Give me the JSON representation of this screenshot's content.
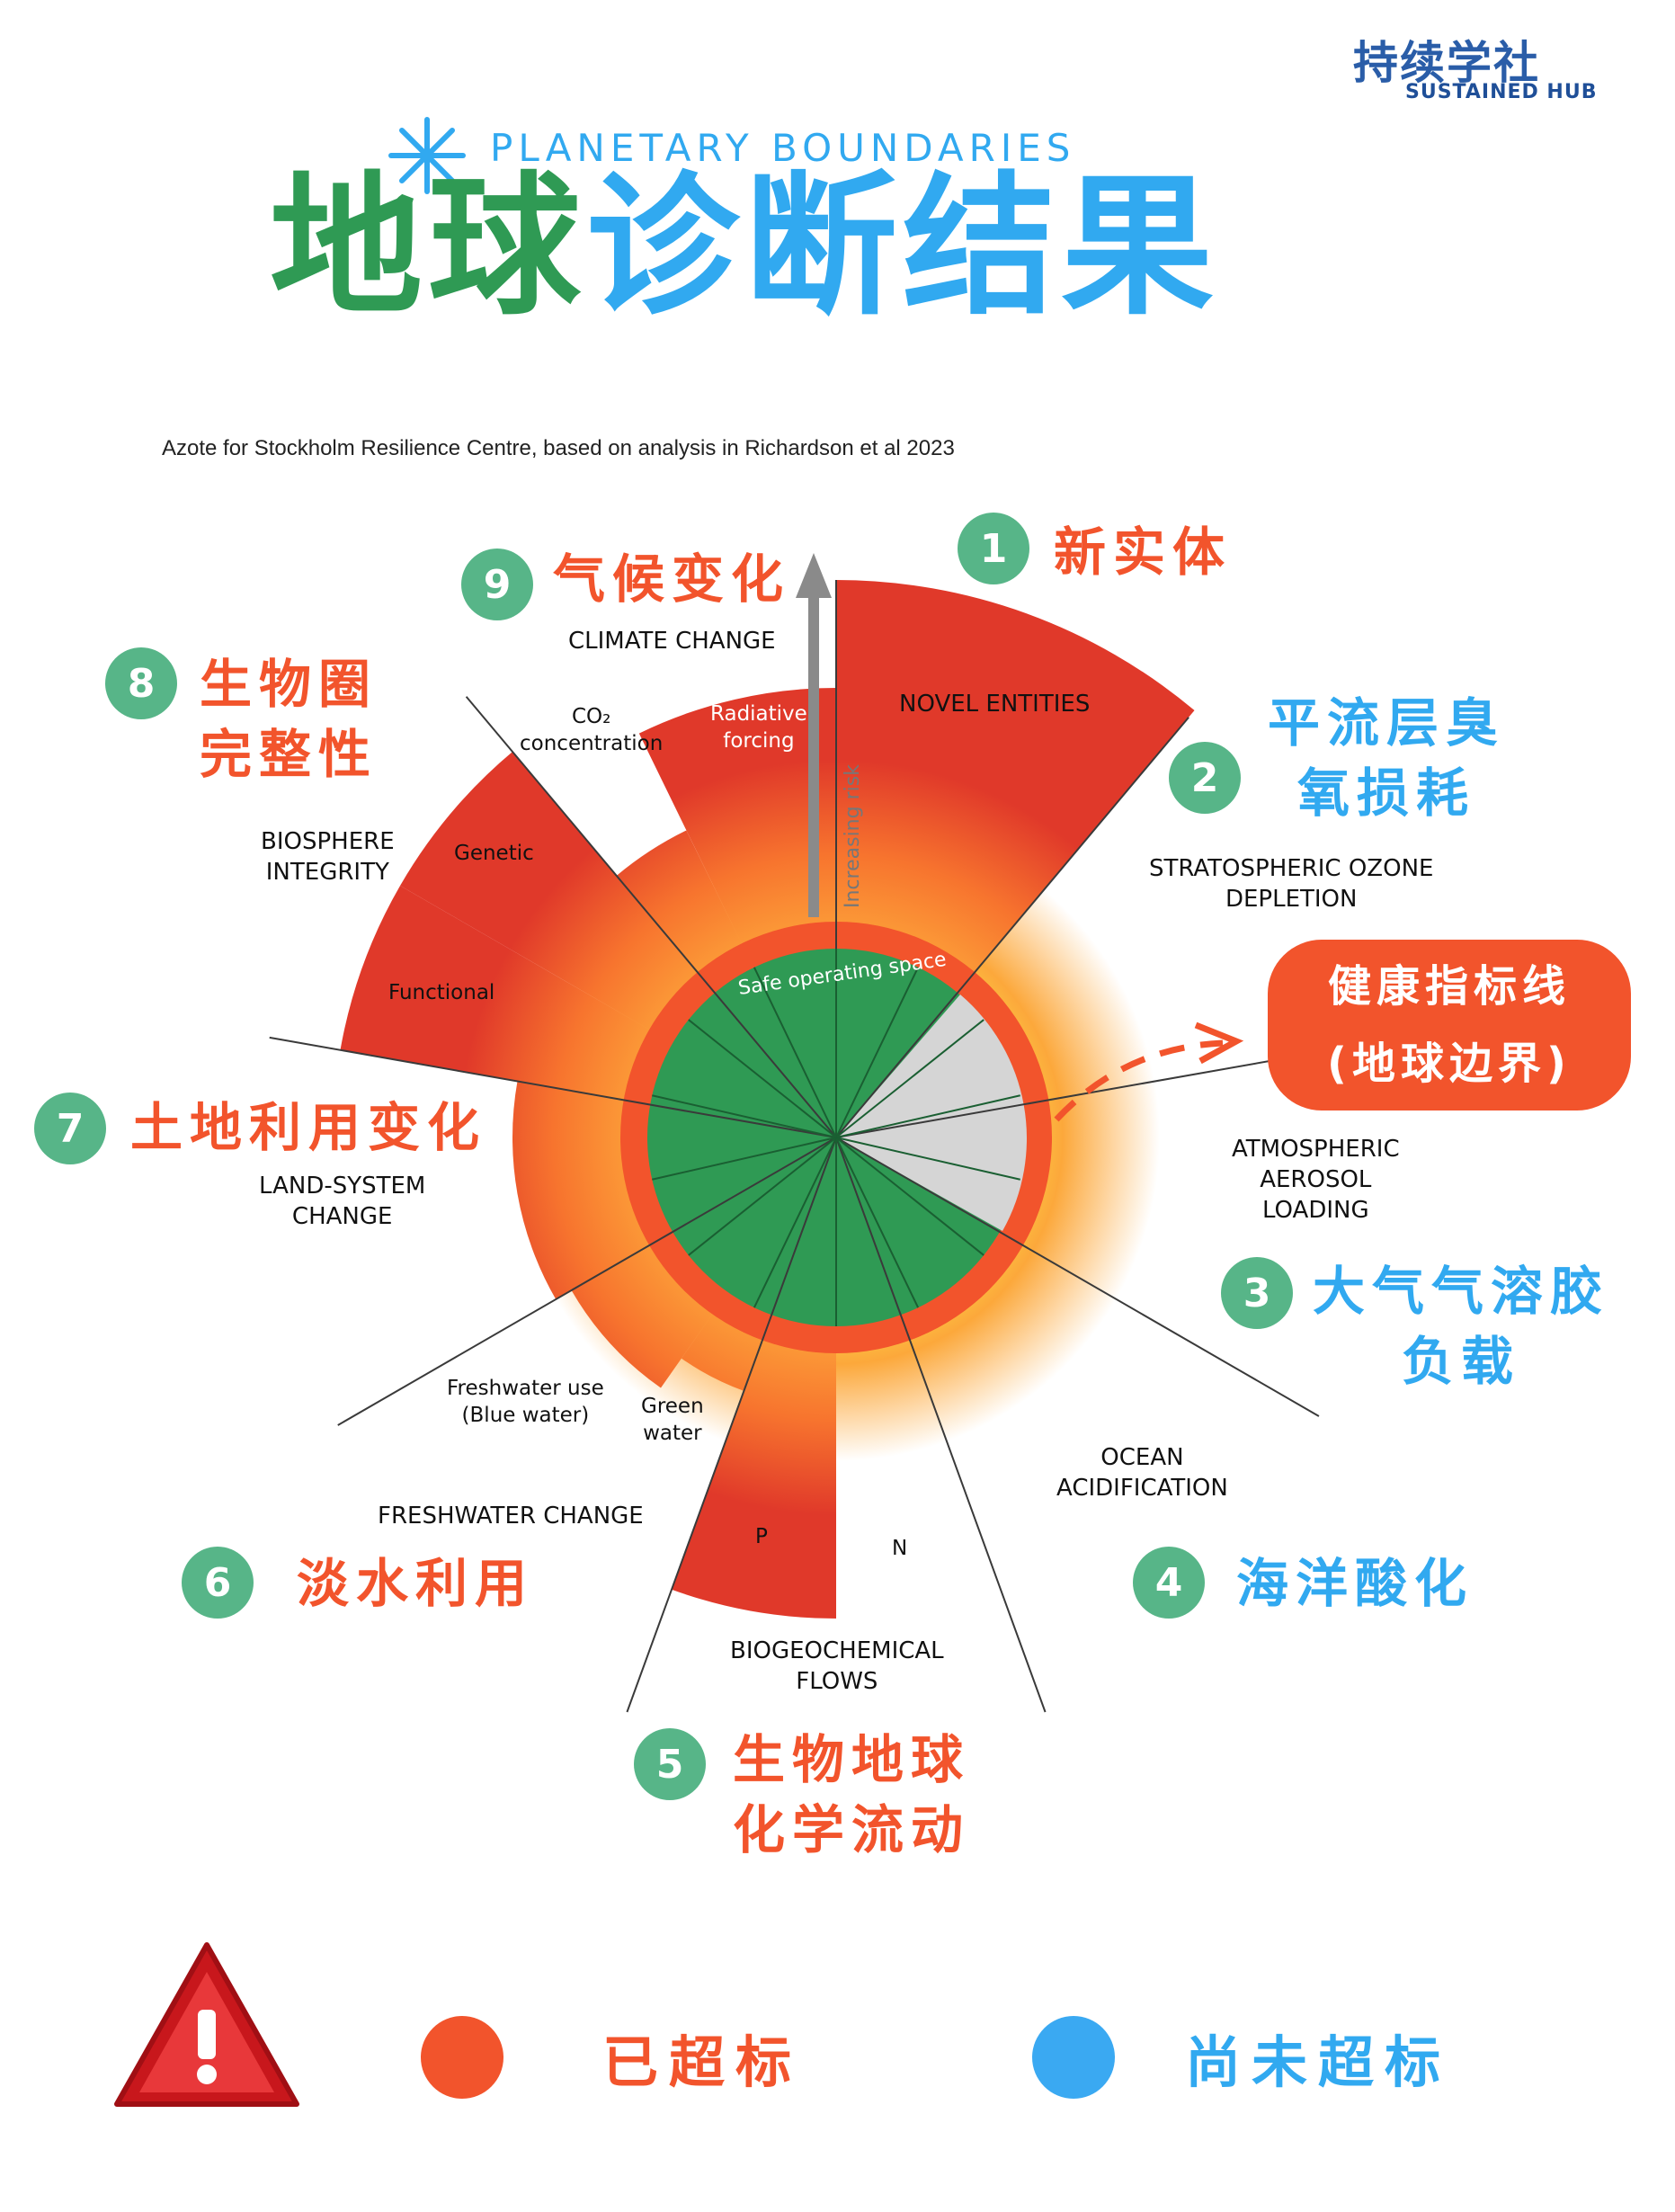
{
  "logo": {
    "chinese": "持续学社",
    "english": "SUSTAINED HUB"
  },
  "header": {
    "kicker": "PLANETARY BOUNDARIES",
    "title_green": "地球",
    "title_blue": "诊断结果",
    "credit": "Azote for Stockholm Resilience Centre, based on analysis in Richardson et al 2023"
  },
  "boundaries": [
    {
      "number": "1",
      "cn": "新实体",
      "en": "NOVEL ENTITIES",
      "status": "exceeded"
    },
    {
      "number": "2",
      "cn_line1": "平流层臭",
      "cn_line2": "氧损耗",
      "en_line1": "STRATOSPHERIC OZONE",
      "en_line2": "DEPLETION",
      "status": "not_exceeded"
    },
    {
      "number": "3",
      "cn_line1": "大气气溶胶",
      "cn_line2": "负载",
      "en_line1": "ATMOSPHERIC",
      "en_line2": "AEROSOL",
      "en_line3": "LOADING",
      "status": "not_exceeded"
    },
    {
      "number": "4",
      "cn": "海洋酸化",
      "en_line1": "OCEAN",
      "en_line2": "ACIDIFICATION",
      "status": "not_exceeded"
    },
    {
      "number": "5",
      "cn_line1": "生物地球",
      "cn_line2": "化学流动",
      "en_line1": "BIOGEOCHEMICAL",
      "en_line2": "FLOWS",
      "status": "exceeded"
    },
    {
      "number": "6",
      "cn": "淡水利用",
      "en": "FRESHWATER CHANGE",
      "status": "exceeded"
    },
    {
      "number": "7",
      "cn": "土地利用变化",
      "en_line1": "LAND-SYSTEM",
      "en_line2": "CHANGE",
      "status": "exceeded"
    },
    {
      "number": "8",
      "cn_line1": "生物圈",
      "cn_line2": "完整性",
      "en_line1": "BIOSPHERE",
      "en_line2": "INTEGRITY",
      "status": "exceeded"
    },
    {
      "number": "9",
      "cn": "气候变化",
      "en": "CLIMATE CHANGE",
      "status": "exceeded"
    }
  ],
  "sublabels": {
    "co2_line1": "CO₂",
    "co2_line2": "concentration",
    "radiative_line1": "Radiative",
    "radiative_line2": "forcing",
    "genetic": "Genetic",
    "functional": "Functional",
    "blue_water_line1": "Freshwater use",
    "blue_water_line2": "(Blue water)",
    "green_water_line1": "Green",
    "green_water_line2": "water",
    "p": "P",
    "n": "N",
    "increasing_risk": "Increasing risk",
    "safe_space": "Safe operating space"
  },
  "health_line": {
    "line1": "健康指标线",
    "line2": "(地球边界)"
  },
  "legend": {
    "exceeded": "已超标",
    "not_exceeded": "尚未超标",
    "exceeded_color": "#f2542c",
    "not_exceeded_color": "#3aa9f2"
  },
  "colors": {
    "green": "#2f9a54",
    "blue": "#31a9f0",
    "orange_red": "#f2542c",
    "badge_green": "#57b588"
  }
}
